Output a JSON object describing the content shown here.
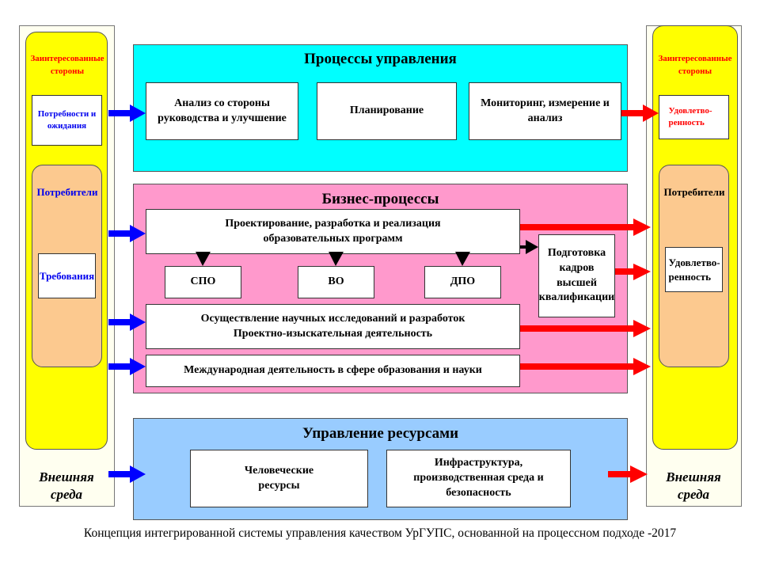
{
  "left": {
    "stakeholders": "Заинтересованные стороны",
    "needs": "Потребности и ожидания",
    "consumers": "Потребители",
    "requirements": "Требования",
    "external": "Внешняя среда"
  },
  "right": {
    "stakeholders": "Заинтересованные стороны",
    "satisfaction_top": "Удовлетво-ренность",
    "consumers": "Потребители",
    "satisfaction": "Удовлетво-ренность",
    "external": "Внешняя среда"
  },
  "management": {
    "title": "Процессы управления",
    "analysis": "Анализ со стороны руководства и улучшение",
    "planning": "Планирование",
    "monitoring": "Мониторинг, измерение и анализ"
  },
  "business": {
    "title": "Бизнес-процессы",
    "design": "Проектирование, разработка и реализация образовательных программ",
    "spo": "СПО",
    "vo": "ВО",
    "dpo": "ДПО",
    "training": "Подготовка кадров высшей квалификации",
    "research": "Осуществление научных исследований и разработок Проектно-изыскательная деятельность",
    "international": "Международная деятельность в сфере образования и науки"
  },
  "resources": {
    "title": "Управление ресурсами",
    "human": "Человеческие ресурсы",
    "infrastructure": "Инфраструктура, производственная среда и безопасность"
  },
  "caption": "Концепция интегрированной системы управления качеством УрГУПС, основанной на процессном подходе -2017",
  "colors": {
    "management_bg": "#00ffff",
    "business_bg": "#ff99cc",
    "resources_bg": "#99ccff",
    "stakeholder_bg": "#ffff00",
    "consumer_bg": "#fcc98f",
    "input_arrow": "#0000ff",
    "output_arrow": "#ff0000"
  }
}
